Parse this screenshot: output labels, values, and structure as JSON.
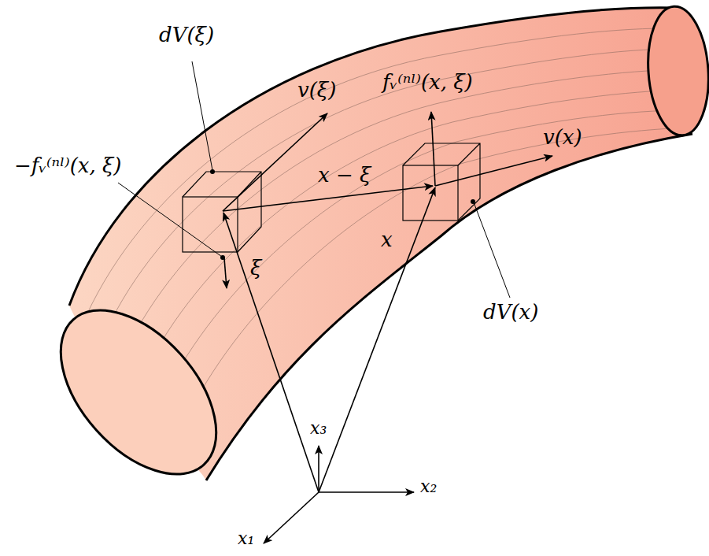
{
  "diagram": {
    "labels": [
      "dV(ξ)",
      "v(ξ)",
      "fᵥ⁽ⁿˡ⁾(x, ξ)",
      "−fᵥ⁽ⁿˡ⁾(x, ξ)",
      "x − ξ",
      "v(x)",
      "x",
      "ξ",
      "dV(x)",
      "x₃",
      "x₂",
      "x₁"
    ]
  }
}
